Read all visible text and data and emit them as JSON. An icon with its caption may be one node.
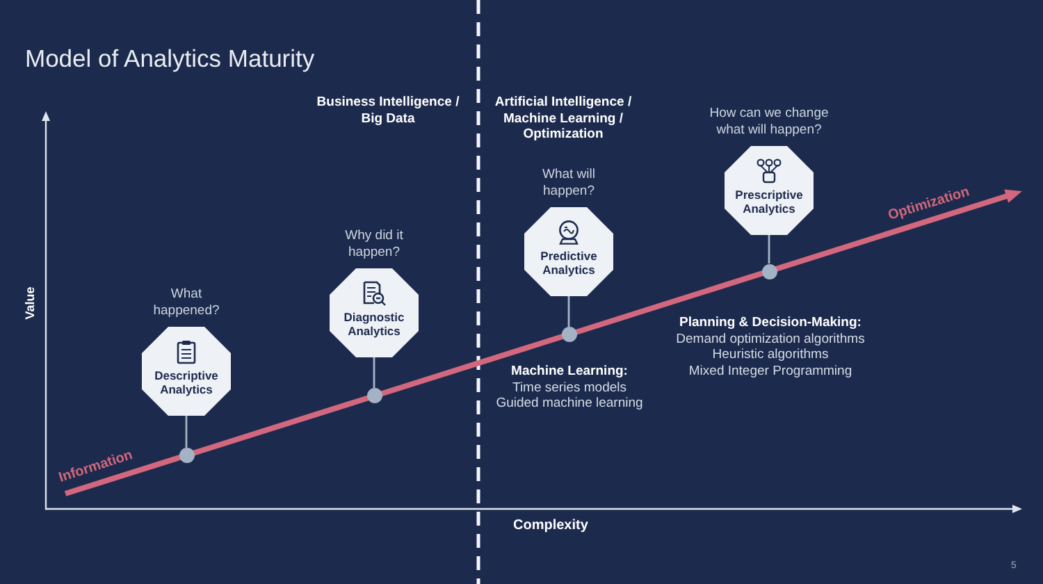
{
  "diagram": {
    "title": "Model of Analytics Maturity",
    "nodes": [
      {
        "text": [
          "Descriptive Analytics"
        ],
        "beside": [
          "What happened?"
        ]
      },
      {
        "text": [],
        "shape": "circle"
      },
      {
        "text": [
          "Diagnostic Analytics"
        ],
        "beside": [
          "Why did it happen?"
        ]
      },
      {
        "text": [],
        "shape": "circle"
      },
      {
        "text": [
          "Predictive Analytics"
        ],
        "beside": [
          "What will happen?"
        ]
      },
      {
        "text": [],
        "shape": "circle"
      },
      {
        "text": [
          "Prescriptive Analytics"
        ],
        "beside": [
          "How can we change what will happen?"
        ]
      },
      {
        "text": [],
        "shape": "circle"
      }
    ],
    "edges": [
      {
        "from": 0,
        "to": 1,
        "arrow": "none"
      },
      {
        "from": 2,
        "to": 3,
        "arrow": "none"
      },
      {
        "from": 4,
        "to": 5,
        "arrow": "none"
      },
      {
        "from": 6,
        "to": 7,
        "arrow": "none"
      }
    ],
    "labels": [
      "Business Intelligence / Big Data",
      "Artificial Intelligence / Machine Learning / Optimization",
      "Optimization",
      "Value",
      "Planning & Decision-Making:",
      "Demand optimization algorithms",
      "Heuristic algorithms",
      "Mixed Integer Programming",
      "Machine Learning:",
      "Time series models",
      "Guided machine learning",
      "Information",
      "Complexity",
      "5"
    ]
  }
}
